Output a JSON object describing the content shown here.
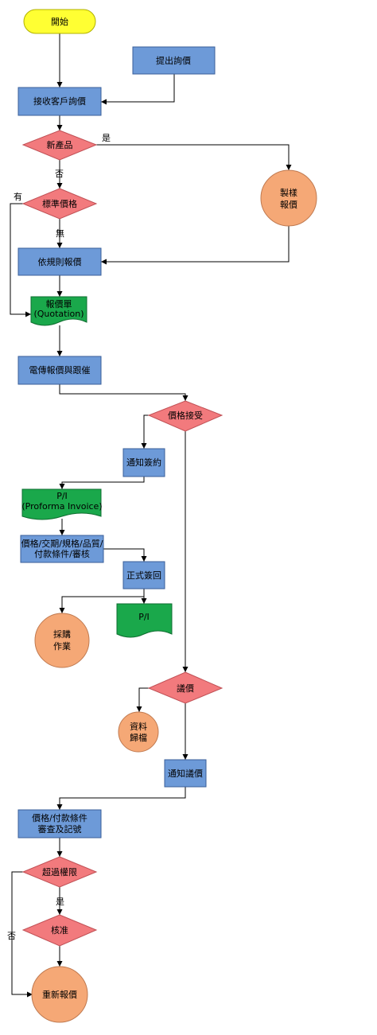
{
  "nodes": {
    "start": [
      "開始"
    ],
    "submit_inquiry": [
      "提出詢價"
    ],
    "receive_inquiry": [
      "接收客戶詢價"
    ],
    "new_product": [
      "新產品"
    ],
    "sample_quote": [
      "製樣",
      "報價"
    ],
    "standard_price": [
      "標準價格"
    ],
    "quote_by_rule": [
      "依規則報價"
    ],
    "quotation": [
      "報價單",
      "(Quotation)"
    ],
    "telex_quote": [
      "電傳報價與跟催"
    ],
    "price_accept": [
      "價格接受"
    ],
    "notify_sign": [
      "通知簽約"
    ],
    "proforma": [
      "P/I",
      "(Proforma Invoice)"
    ],
    "review_terms": [
      "價格/交期/規格/品質/",
      "付款條件/審核"
    ],
    "formal_return": [
      "正式簽回"
    ],
    "pi_doc": [
      "P/I"
    ],
    "purchase": [
      "採購",
      "作業"
    ],
    "negotiate": [
      "議價"
    ],
    "archive": [
      "資料",
      "歸檔"
    ],
    "notify_negotiate": [
      "通知議價"
    ],
    "review_record": [
      "價格/付款條件",
      "審查及記號"
    ],
    "exceed_limit": [
      "超過權限"
    ],
    "approve": [
      "核准"
    ],
    "requote": [
      "重新報價"
    ]
  },
  "edge_labels": {
    "yes_new": "是",
    "no_new": "否",
    "has_std": "有",
    "no_std": "無",
    "yes_exceed": "是",
    "no_exceed": "否"
  },
  "colors": {
    "start": "#ffff33",
    "process": "#6d9ad8",
    "decision": "#f27a7d",
    "circle": "#f5a876",
    "document": "#1aa84b"
  }
}
